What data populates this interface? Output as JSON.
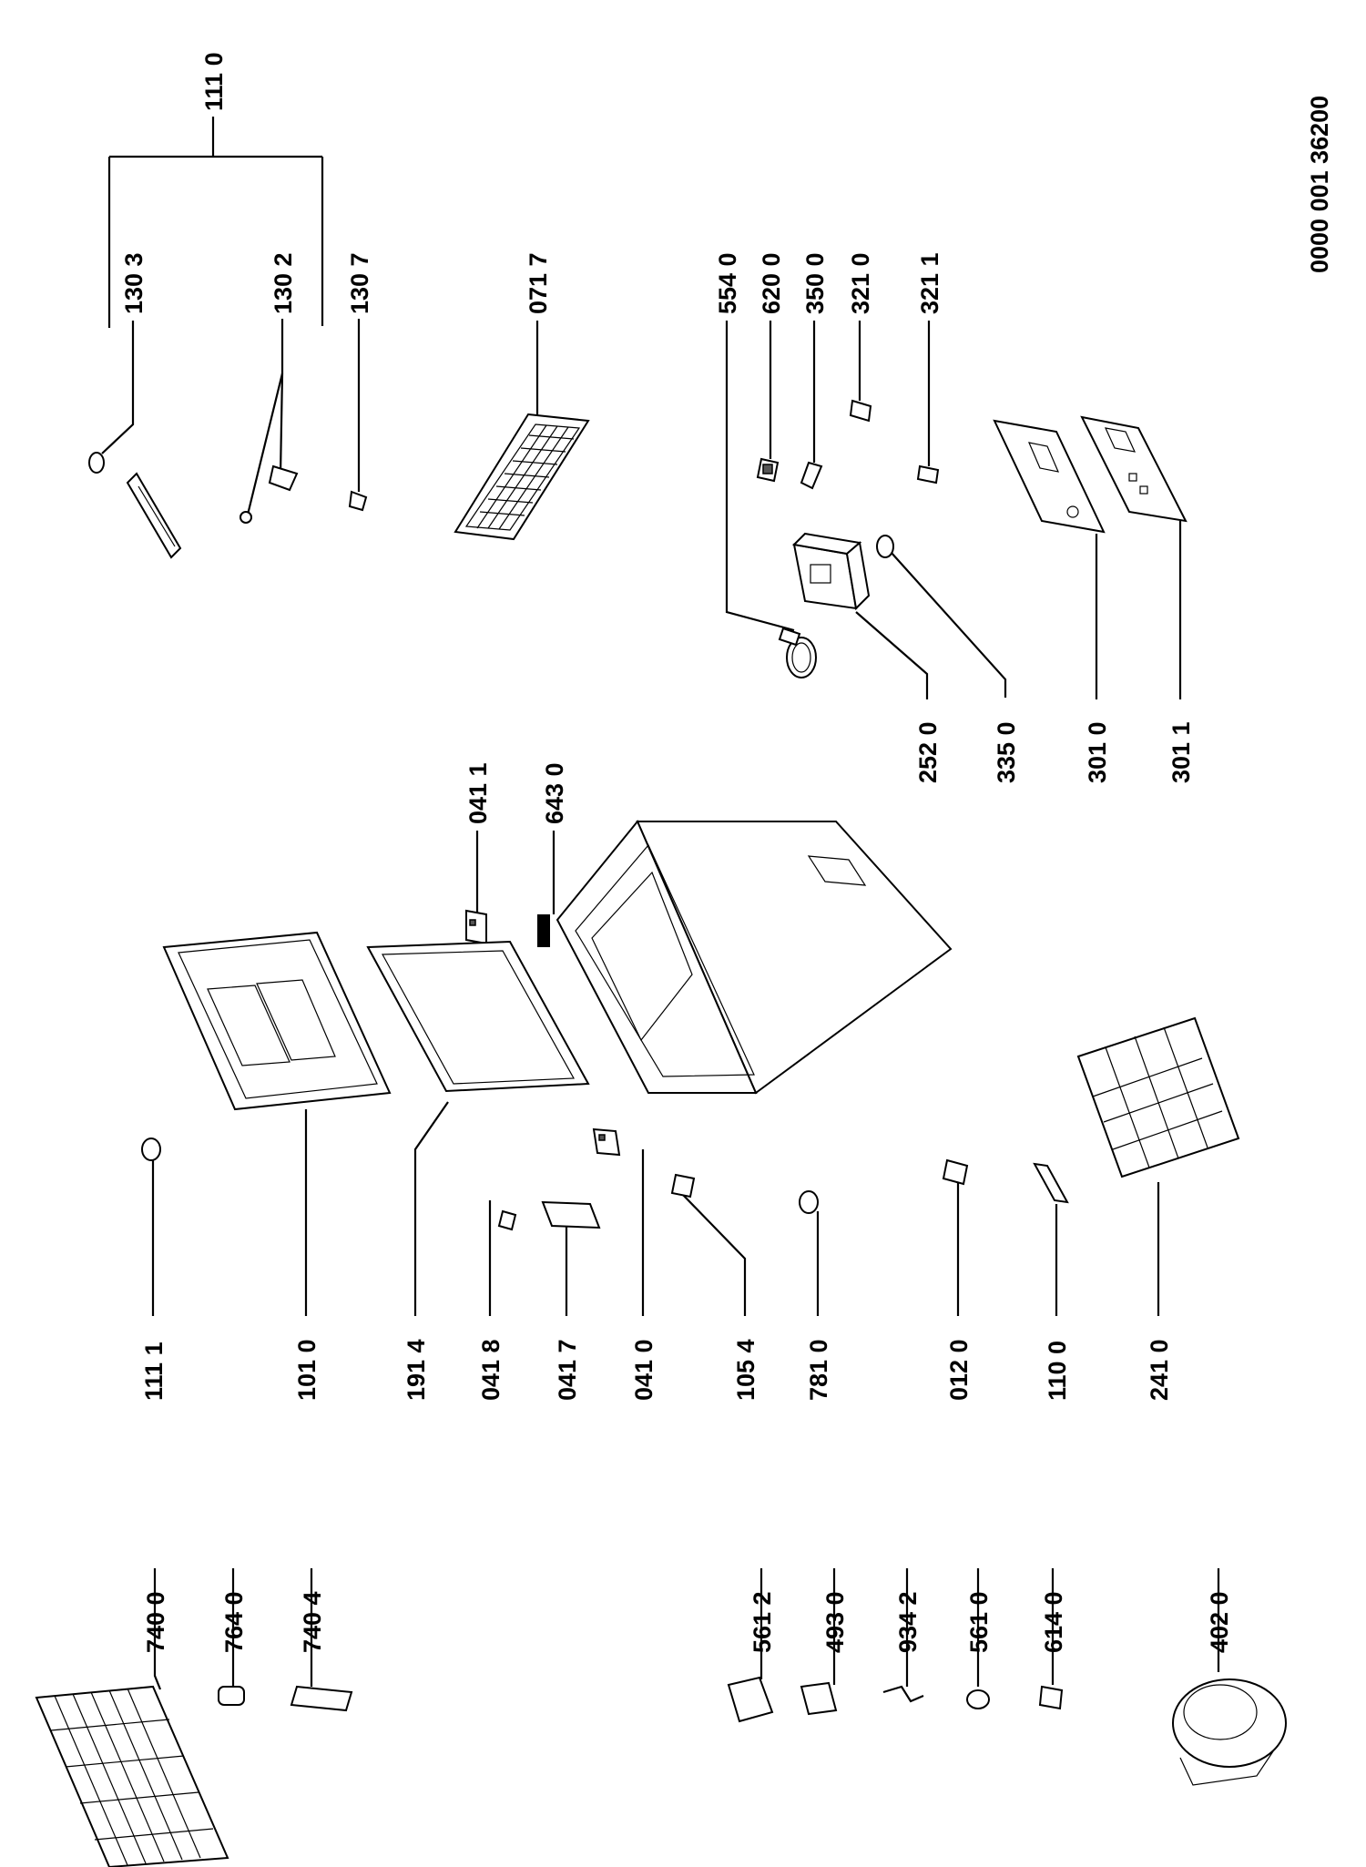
{
  "document_code": "0000 001 36200",
  "parts": {
    "p1110": "111 0",
    "p1303": "130 3",
    "p1302": "130 2",
    "p1307": "130 7",
    "p0717": "071 7",
    "p5540": "554 0",
    "p6200": "620 0",
    "p3500": "350 0",
    "p3210": "321 0",
    "p3211": "321 1",
    "p2520": "252 0",
    "p3350": "335 0",
    "p3010": "301 0",
    "p3011": "301 1",
    "p0411": "041 1",
    "p6430": "643 0",
    "p1111": "111 1",
    "p1010": "101 0",
    "p1914": "191 4",
    "p0418": "041 8",
    "p0417": "041 7",
    "p0410": "041 0",
    "p1054": "105 4",
    "p7810": "781 0",
    "p0120": "012 0",
    "p1100": "110 0",
    "p2410": "241 0",
    "p7400": "740 0",
    "p7640": "764 0",
    "p7404": "740 4",
    "p5612": "561 2",
    "p4930": "493 0",
    "p9342": "934 2",
    "p5610": "561 0",
    "p6140": "614 0",
    "p4020": "402 0"
  }
}
